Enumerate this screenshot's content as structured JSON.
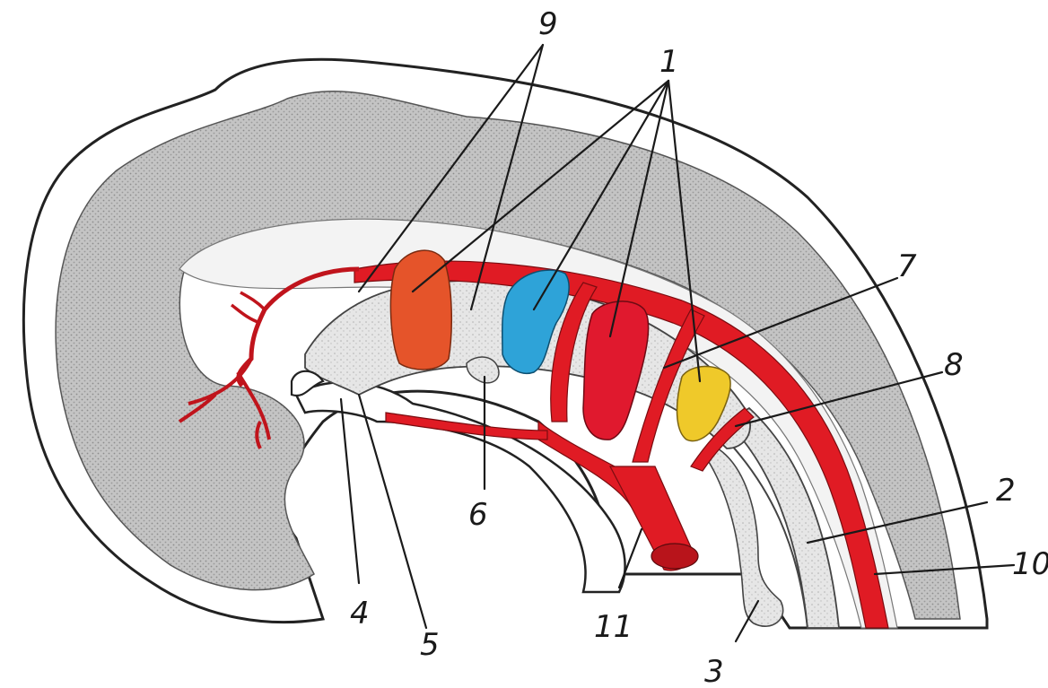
{
  "labels": {
    "l1": "1",
    "l2": "2",
    "l3": "3",
    "l4": "4",
    "l5": "5",
    "l6": "6",
    "l7": "7",
    "l8": "8",
    "l9": "9",
    "l10": "10",
    "l11": "11"
  },
  "colors": {
    "background": "#ffffff",
    "neural_tissue": "#b9b9b9",
    "cavity": "#f2f2f2",
    "pharynx": "#d9d9d9",
    "artery": "#e01b24",
    "pouch_orange": "#e5542a",
    "pouch_blue": "#2ea3d8",
    "pouch_red": "#e0192e",
    "pouch_yellow": "#efc92a",
    "outline": "#222222"
  }
}
